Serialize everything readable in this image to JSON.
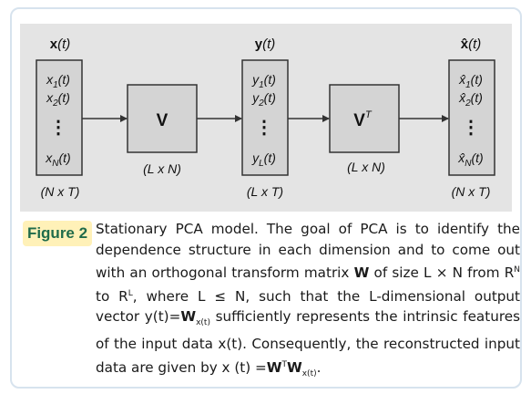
{
  "diagram": {
    "input_label": {
      "var": "x",
      "arg": "(t)"
    },
    "mid_label": {
      "var": "y",
      "arg": "(t)"
    },
    "output_label": {
      "var": "x̂",
      "arg": "(t)"
    },
    "input_items": [
      {
        "base": "x",
        "sub": "1",
        "arg": "(t)"
      },
      {
        "base": "x",
        "sub": "2",
        "arg": "(t)"
      },
      {
        "base": "x",
        "sub": "N",
        "arg": "(t)"
      }
    ],
    "mid_items": [
      {
        "base": "y",
        "sub": "1",
        "arg": "(t)"
      },
      {
        "base": "y",
        "sub": "2",
        "arg": "(t)"
      },
      {
        "base": "y",
        "sub": "L",
        "arg": "(t)"
      }
    ],
    "output_items": [
      {
        "base": "x̂",
        "sub": "1",
        "arg": "(t)"
      },
      {
        "base": "x̂",
        "sub": "2",
        "arg": "(t)"
      },
      {
        "base": "x̂",
        "sub": "N",
        "arg": "(t)"
      }
    ],
    "dots": "⋮",
    "block_v": {
      "label": "V",
      "dim": "(L x N)"
    },
    "block_vt": {
      "label": "V",
      "sup": "T",
      "dim": "(L x N)"
    },
    "input_dim": "(N x T)",
    "mid_dim": "(L x T)",
    "output_dim": "(N x T)"
  },
  "caption": {
    "label": "Figure 2",
    "p1": "Stationary PCA model. The goal of PCA is to identify the dependence structure in each dimension and to come out with an orthogonal transform matrix ",
    "W1": "W",
    "p2": " of size L × N from R",
    "sup1": "N",
    "p3": " to R",
    "sup2": "L",
    "p4": ", where L ≤ N, such that the L-dimensional output vector y(t)=",
    "W2": "W",
    "sub1": "x(t)",
    "p5": " sufficiently represents the intrinsic features of the input data x(t). Consequently, the reconstructed input data are given by x (t) =",
    "W3": "W",
    "sup3": "T",
    "W4": "W",
    "sub2": "x(t)",
    "p6": "."
  },
  "colors": {
    "panel_bg": "#e4e4e4",
    "box_fill": "#d4d4d4",
    "stroke": "#333333",
    "label_bg": "#fff1b8",
    "label_text": "#1f6b4a",
    "frame": "#d7e3ee"
  }
}
